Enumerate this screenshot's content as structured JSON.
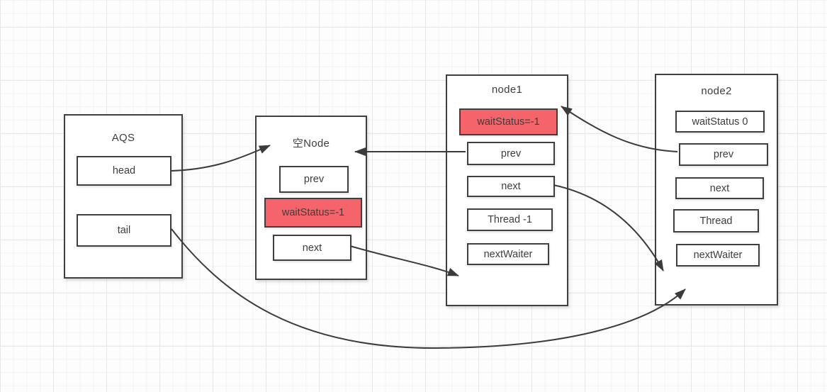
{
  "diagram": {
    "aqs": {
      "title": "AQS",
      "head": "head",
      "tail": "tail"
    },
    "empty_node": {
      "title": "空Node",
      "prev": "prev",
      "wait_status": "waitStatus=-1",
      "next": "next"
    },
    "node1": {
      "title": "node1",
      "wait_status": "waitStatus=-1",
      "prev": "prev",
      "next": "next",
      "thread": "Thread -1",
      "next_waiter": "nextWaiter"
    },
    "node2": {
      "title": "node2",
      "wait_status": "waitStatus 0",
      "prev": "prev",
      "next": "next",
      "thread": "Thread",
      "next_waiter": "nextWaiter"
    },
    "edges": [
      {
        "from": "AQS.head",
        "to": "空Node"
      },
      {
        "from": "node1.prev",
        "to": "空Node"
      },
      {
        "from": "空Node.next",
        "to": "node1"
      },
      {
        "from": "node1.next",
        "to": "node2"
      },
      {
        "from": "node2.prev",
        "to": "node1"
      },
      {
        "from": "AQS.tail",
        "to": "node2"
      }
    ],
    "colors": {
      "highlight": "#f4646a",
      "stroke": "#3b3b3b",
      "text": "#3d3d3d",
      "grid_major": "#e7e7eb",
      "grid_minor": "#f3f3f6"
    }
  }
}
